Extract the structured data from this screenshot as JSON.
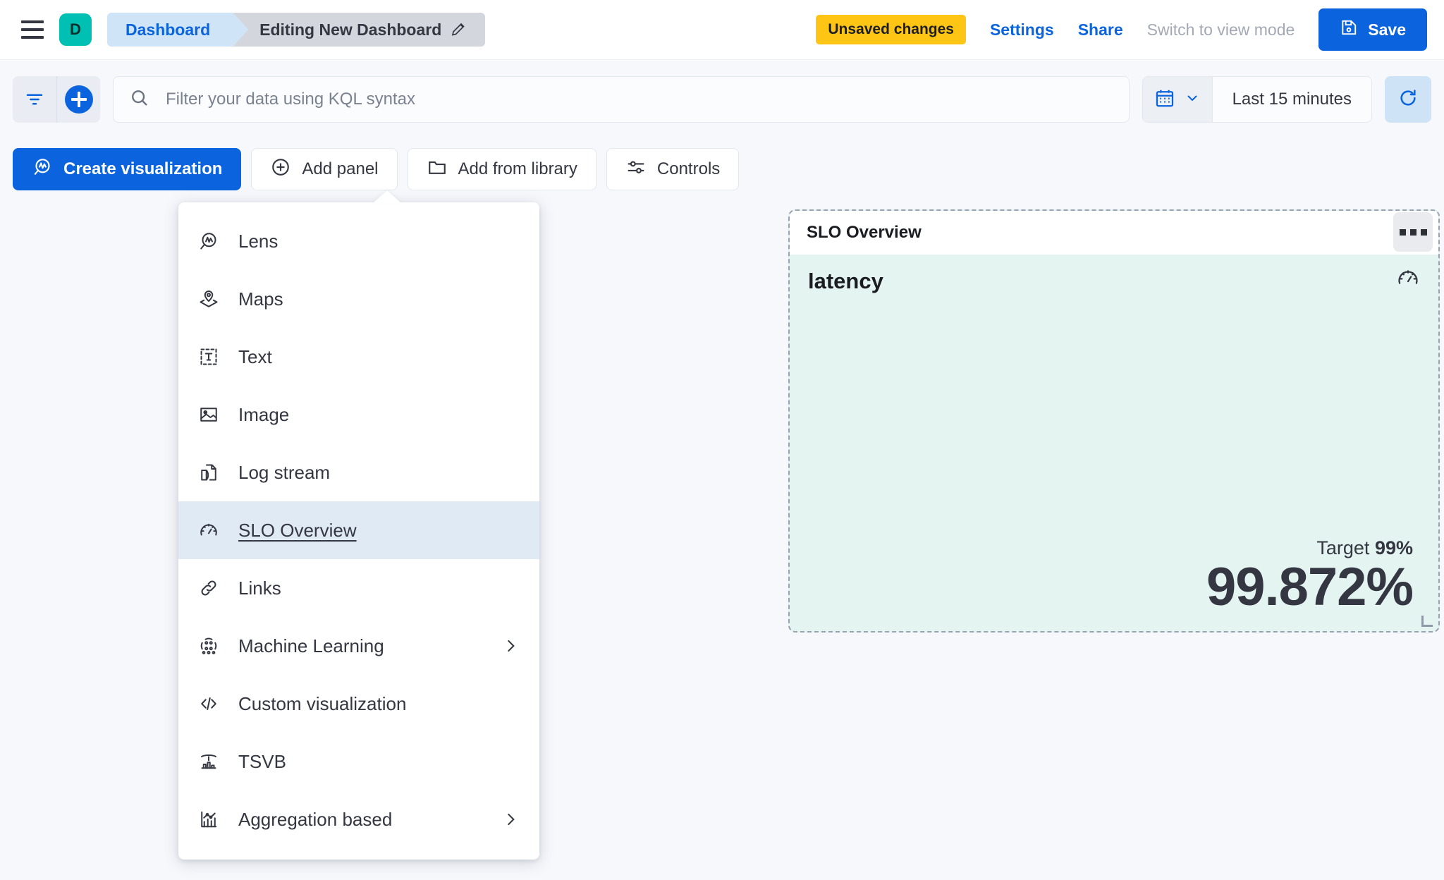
{
  "chrome": {
    "menu_icon": "hamburger-icon",
    "space_initial": "D",
    "breadcrumbs": [
      {
        "label": "Dashboard",
        "icon": ""
      },
      {
        "label": "Editing New Dashboard",
        "icon": "pencil-icon"
      }
    ],
    "unsaved_badge": "Unsaved changes",
    "settings_link": "Settings",
    "share_link": "Share",
    "view_mode_link": "Switch to view mode",
    "save_label": "Save",
    "save_icon": "save-disk-icon",
    "accent_blue": "#0b64dd",
    "warning_yellow": "#fec514",
    "space_teal": "#00bfb3"
  },
  "query": {
    "filter_icon": "filter-funnel-icon",
    "add_filter_icon": "plus-circle-icon",
    "search_icon": "search-icon",
    "placeholder": "Filter your data using KQL syntax",
    "value": "",
    "calendar_icon": "calendar-icon",
    "chevron_icon": "chevron-down-icon",
    "time_range": "Last 15 minutes",
    "refresh_icon": "refresh-icon"
  },
  "toolbar": {
    "create_visualization": "Create visualization",
    "add_panel": "Add panel",
    "add_from_library": "Add from library",
    "controls": "Controls",
    "lens_icon": "lens-icon",
    "plus_icon": "plus-circle-icon",
    "folder_icon": "folder-icon",
    "controls_icon": "controls-sliders-icon"
  },
  "add_panel_menu": {
    "items": [
      {
        "label": "Lens",
        "icon": "lens-icon",
        "submenu": false,
        "active": false
      },
      {
        "label": "Maps",
        "icon": "maps-pin-icon",
        "submenu": false,
        "active": false
      },
      {
        "label": "Text",
        "icon": "text-box-icon",
        "submenu": false,
        "active": false
      },
      {
        "label": "Image",
        "icon": "image-icon",
        "submenu": false,
        "active": false
      },
      {
        "label": "Log stream",
        "icon": "log-stream-icon",
        "submenu": false,
        "active": false
      },
      {
        "label": "SLO Overview",
        "icon": "gauge-icon",
        "submenu": false,
        "active": true
      },
      {
        "label": "Links",
        "icon": "link-icon",
        "submenu": false,
        "active": false
      },
      {
        "label": "Machine Learning",
        "icon": "ml-icon",
        "submenu": true,
        "active": false
      },
      {
        "label": "Custom visualization",
        "icon": "code-icon",
        "submenu": false,
        "active": false
      },
      {
        "label": "TSVB",
        "icon": "tsvb-icon",
        "submenu": false,
        "active": false
      },
      {
        "label": "Aggregation based",
        "icon": "agg-chart-icon",
        "submenu": true,
        "active": false
      }
    ]
  },
  "slo_panel": {
    "panel_title": "SLO Overview",
    "context_menu_icon": "three-dots-icon",
    "slo_name": "latency",
    "gauge_icon": "gauge-icon",
    "target_label": "Target",
    "target_value": "99%",
    "current_value": "99.872%",
    "background_color": "#e4f4f1",
    "resize_handle_icon": "resize-handle-icon"
  }
}
